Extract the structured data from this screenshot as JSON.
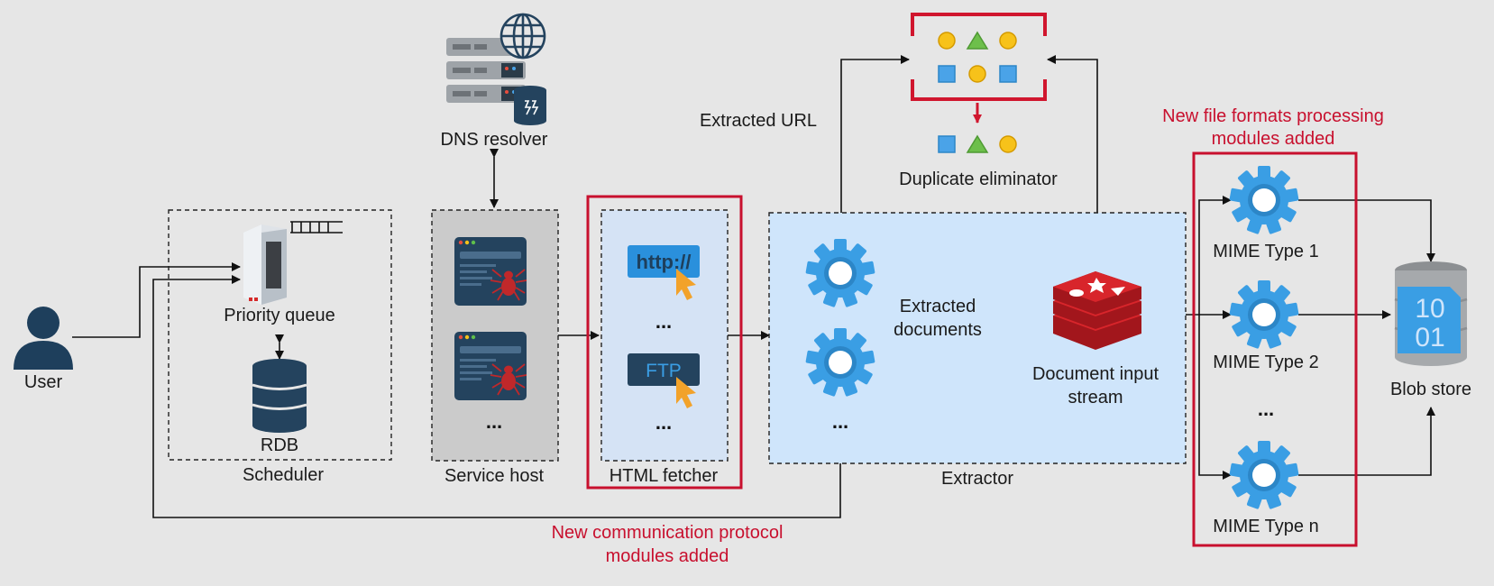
{
  "labels": {
    "user": "User",
    "priority_queue": "Priority queue",
    "rdb": "RDB",
    "scheduler": "Scheduler",
    "dns_resolver": "DNS resolver",
    "service_host": "Service host",
    "html_fetcher": "HTML fetcher",
    "http_icon_text": "http://",
    "ftp_icon_text": "FTP",
    "extracted_url": "Extracted URL",
    "duplicate_eliminator": "Duplicate eliminator",
    "extracted_documents_line1": "Extracted",
    "extracted_documents_line2": "documents",
    "document_input_stream_line1": "Document input",
    "document_input_stream_line2": "stream",
    "extractor": "Extractor",
    "new_file_formats_line1": "New file formats processing",
    "new_file_formats_line2": "modules added",
    "mime_type_1": "MIME Type 1",
    "mime_type_2": "MIME Type 2",
    "mime_type_n": "MIME Type n",
    "blob_store": "Blob store",
    "blob_digits_top": "10",
    "blob_digits_bottom": "01",
    "new_protocol_line1": "New communication protocol",
    "new_protocol_line2": "modules added",
    "ellipsis": "..."
  },
  "icons": [
    "user-icon",
    "server-rack-icon",
    "queue-icon",
    "database-icon",
    "dns-server-icon",
    "globe-icon",
    "crawler-window-icon",
    "spider-icon",
    "http-link-icon",
    "ftp-link-icon",
    "gear-icon",
    "redis-stream-icon",
    "shape-dedupe-icon",
    "blob-database-icon"
  ],
  "colors": {
    "background": "#e6e6e6",
    "highlight_red": "#c8102e",
    "extractor_fill": "#cfe5fb",
    "fetcher_fill": "#d5e3f5",
    "service_host_fill": "#cbcbcb",
    "gear_blue": "#3a9ee4",
    "navy": "#1e3f5c",
    "shape_blue": "#4aa3e8",
    "shape_yellow": "#f7c21a",
    "shape_green": "#6dbf4b"
  }
}
